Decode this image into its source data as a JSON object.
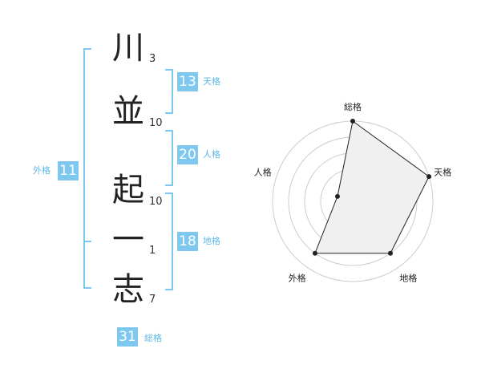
{
  "name_chars": [
    {
      "char": "川",
      "strokes": "3"
    },
    {
      "char": "並",
      "strokes": "10"
    },
    {
      "char": "起",
      "strokes": "10"
    },
    {
      "char": "一",
      "strokes": "1"
    },
    {
      "char": "志",
      "strokes": "7"
    }
  ],
  "fortunes": {
    "tenkaku": {
      "value": "13",
      "label": "天格"
    },
    "jinkaku": {
      "value": "20",
      "label": "人格"
    },
    "chikaku": {
      "value": "18",
      "label": "地格"
    },
    "gaikaku": {
      "value": "11",
      "label": "外格"
    },
    "soukaku": {
      "value": "31",
      "label": "総格"
    }
  },
  "colors": {
    "accent": "#7ec8ef",
    "accent_text": "#5fb8e8",
    "radar_fill": "#f0f0f0"
  },
  "chart_data": {
    "type": "radar",
    "axes": [
      "総格",
      "天格",
      "地格",
      "外格",
      "人格"
    ],
    "values": [
      5,
      5,
      4,
      4,
      1
    ],
    "max": 5,
    "grid": true
  }
}
